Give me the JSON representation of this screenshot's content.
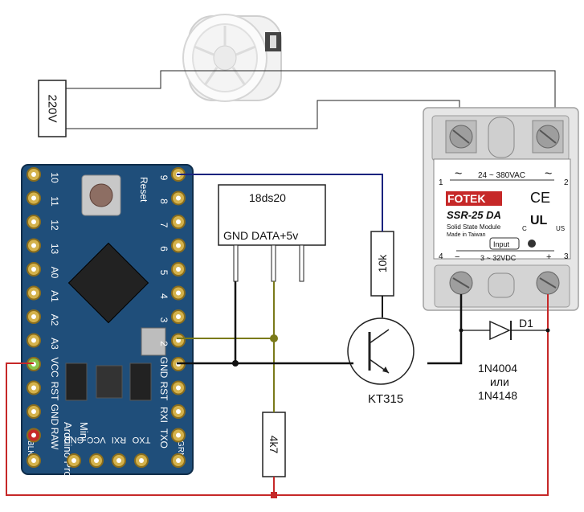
{
  "mains": {
    "label": "220V"
  },
  "sensor": {
    "name": "18ds20",
    "pins": "GND DATA+5v"
  },
  "resistors": {
    "r1": "10k",
    "r2": "4k7"
  },
  "transistor": {
    "label": "KT315"
  },
  "diode": {
    "ref": "D1",
    "part1": "1N4004",
    "part2": "или",
    "part3": "1N4148"
  },
  "arduino": {
    "reset": "Reset",
    "model_line1": "Arduino Pro",
    "model_line2": "Mini",
    "left_pins": [
      "10",
      "11",
      "12",
      "13",
      "A0",
      "A1",
      "A2",
      "A3",
      "VCC",
      "RST",
      "GND",
      "RAW"
    ],
    "right_pins": [
      "9",
      "8",
      "7",
      "6",
      "5",
      "4",
      "3",
      "2",
      "GND",
      "RST",
      "RXI",
      "TXO"
    ],
    "bottom_pins": [
      "GND",
      "VCC",
      "RXI",
      "TXO"
    ],
    "blk": "BLK",
    "grn": "GRN"
  },
  "ssr": {
    "brand": "FOTEK",
    "model": "SSR-25 DA",
    "desc1": "Solid State Module",
    "desc2": "Made in Taiwan",
    "ac_range": "24 ~ 380VAC",
    "input": "Input",
    "dc_range": "3 ~ 32VDC",
    "ce": "CE",
    "ul": "UL",
    "c": "C",
    "us": "US",
    "pin1": "1",
    "pin2": "2",
    "pin3": "3",
    "pin4": "4",
    "tilde": "~",
    "minus": "−",
    "plus": "+"
  },
  "colors": {
    "blue_wire": "#1a237e",
    "olive_wire": "#7a7a1a",
    "red_wire": "#c62828",
    "board": "#1f4e7a"
  }
}
